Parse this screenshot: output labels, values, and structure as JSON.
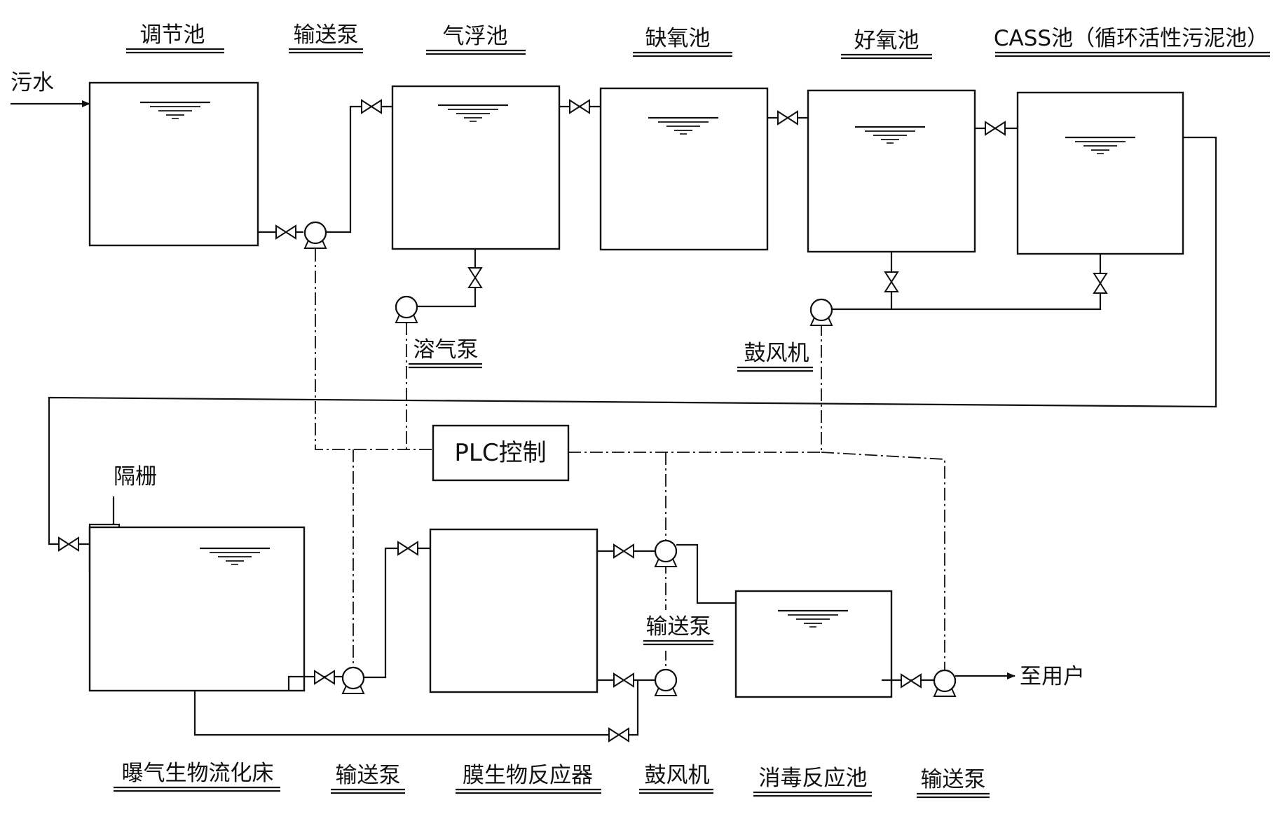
{
  "title": "",
  "inlet_label": "污水",
  "outlet_label": "至用户",
  "screen_label": "隔栅",
  "plc_label": "PLC控制",
  "top_labels": [
    "调节池",
    "输送泵",
    "气浮池",
    "缺氧池",
    "好氧池",
    "CASS池（循环活性污泥池）"
  ],
  "mid_labels": {
    "dissolved_air_pump": "溶气泵",
    "blower_top": "鼓风机",
    "transfer_pump_mid": "输送泵"
  },
  "bottom_labels": [
    "曝气生物流化床",
    "输送泵",
    "膜生物反应器",
    "鼓风机",
    "消毒反应池",
    "输送泵"
  ],
  "colors": {
    "line": "#111111",
    "background": "#ffffff"
  },
  "icons": [
    "pump-icon",
    "valve-icon",
    "water-level-icon",
    "arrow-icon"
  ]
}
